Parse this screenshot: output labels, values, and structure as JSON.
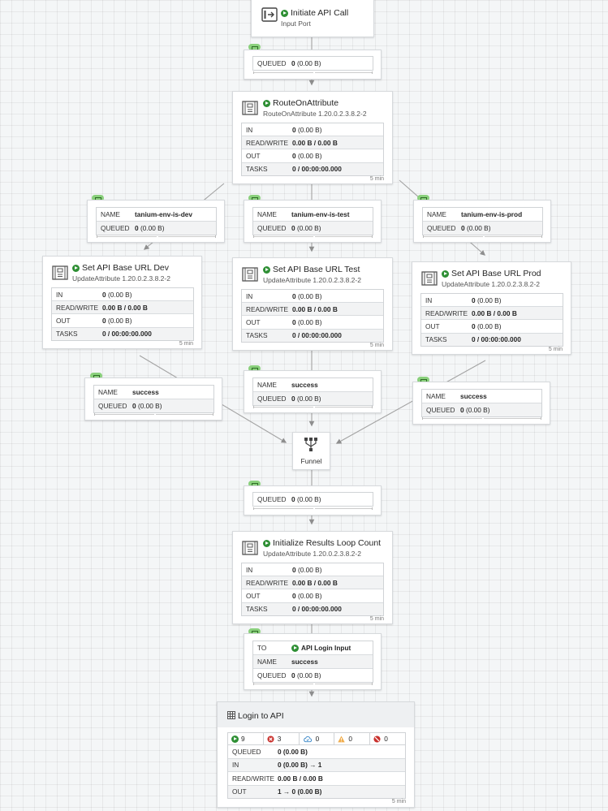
{
  "input_port": {
    "title": "Initiate API Call",
    "subtitle": "Input Port"
  },
  "processors": [
    {
      "title": "RouteOnAttribute",
      "type": "RouteOnAttribute 1.20.0.2.3.8.2-2",
      "in": "0",
      "in_size": "(0.00 B)",
      "rw": "0.00 B / 0.00 B",
      "out": "0",
      "out_size": "(0.00 B)",
      "tasks": "0 / 00:00:00.000",
      "footer": "5 min"
    },
    {
      "title": "Set API Base URL Dev",
      "type": "UpdateAttribute 1.20.0.2.3.8.2-2",
      "in": "0",
      "in_size": "(0.00 B)",
      "rw": "0.00 B / 0.00 B",
      "out": "0",
      "out_size": "(0.00 B)",
      "tasks": "0 / 00:00:00.000",
      "footer": "5 min"
    },
    {
      "title": "Set API Base URL Test",
      "type": "UpdateAttribute 1.20.0.2.3.8.2-2",
      "in": "0",
      "in_size": "(0.00 B)",
      "rw": "0.00 B / 0.00 B",
      "out": "0",
      "out_size": "(0.00 B)",
      "tasks": "0 / 00:00:00.000",
      "footer": "5 min"
    },
    {
      "title": "Set API Base URL Prod",
      "type": "UpdateAttribute 1.20.0.2.3.8.2-2",
      "in": "0",
      "in_size": "(0.00 B)",
      "rw": "0.00 B / 0.00 B",
      "out": "0",
      "out_size": "(0.00 B)",
      "tasks": "0 / 00:00:00.000",
      "footer": "5 min"
    },
    {
      "title": "Initialize Results Loop Count",
      "type": "UpdateAttribute 1.20.0.2.3.8.2-2",
      "in": "0",
      "in_size": "(0.00 B)",
      "rw": "0.00 B / 0.00 B",
      "out": "0",
      "out_size": "(0.00 B)",
      "tasks": "0 / 00:00:00.000",
      "footer": "5 min"
    }
  ],
  "stat_labels": {
    "in": "IN",
    "rw": "READ/WRITE",
    "out": "OUT",
    "tasks": "TASKS",
    "queued": "QUEUED",
    "name": "NAME",
    "to": "TO"
  },
  "connections": [
    {
      "queued": "0",
      "queued_size": "(0.00 B)"
    },
    {
      "name": "tanium-env-is-dev",
      "queued": "0",
      "queued_size": "(0.00 B)"
    },
    {
      "name": "tanium-env-is-test",
      "queued": "0",
      "queued_size": "(0.00 B)"
    },
    {
      "name": "tanium-env-is-prod",
      "queued": "0",
      "queued_size": "(0.00 B)"
    },
    {
      "name": "success",
      "queued": "0",
      "queued_size": "(0.00 B)"
    },
    {
      "name": "success",
      "queued": "0",
      "queued_size": "(0.00 B)"
    },
    {
      "name": "success",
      "queued": "0",
      "queued_size": "(0.00 B)"
    },
    {
      "queued": "0",
      "queued_size": "(0.00 B)"
    },
    {
      "to": "API Login Input",
      "name": "success",
      "queued": "0",
      "queued_size": "(0.00 B)"
    }
  ],
  "funnel": {
    "label": "Funnel"
  },
  "process_group": {
    "title": "Login to API",
    "running": "9",
    "stopped": "3",
    "up_to_date": "0",
    "warnings": "0",
    "disabled": "0",
    "queued": "0 (0.00 B)",
    "in": "0 (0.00 B) → 1",
    "rw": "0.00 B / 0.00 B",
    "out": "1 → 0 (0.00 B)",
    "footer": "5 min"
  },
  "colors": {
    "running": "#2e8f34",
    "stopped": "#c9302c",
    "warning": "#f0ad4e",
    "connector_pill": "#8ad07c",
    "canvas": "#f4f6f7"
  }
}
